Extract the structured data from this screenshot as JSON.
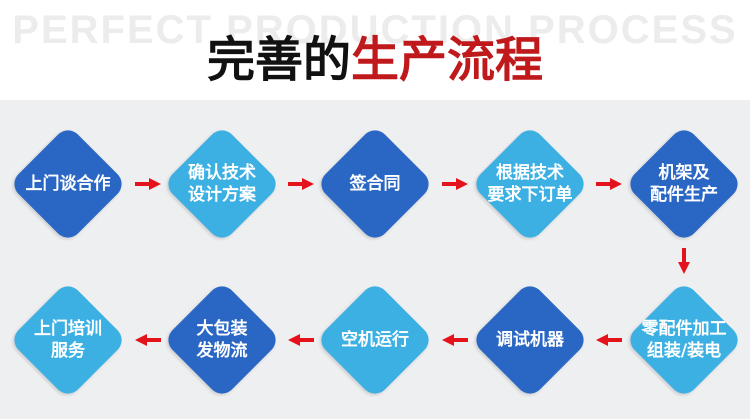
{
  "header": {
    "watermark": "PERFECT PRODUCTION PROCESS",
    "title_black": "完善的",
    "title_red": "生产流程"
  },
  "colors": {
    "dark_blue": "#2a67c4",
    "light_blue": "#3cb0e3",
    "arrow_red": "#e4131b",
    "title_red": "#c0191c",
    "panel_bg": "#eeeff1"
  },
  "steps": [
    {
      "label": "上门谈合作",
      "color": "dark"
    },
    {
      "label": "确认技术\n设计方案",
      "color": "light"
    },
    {
      "label": "签合同",
      "color": "dark"
    },
    {
      "label": "根据技术\n要求下订单",
      "color": "light"
    },
    {
      "label": "机架及\n配件生产",
      "color": "dark"
    },
    {
      "label": "零配件加工\n组装/装电",
      "color": "light"
    },
    {
      "label": "调试机器",
      "color": "dark"
    },
    {
      "label": "空机运行",
      "color": "light"
    },
    {
      "label": "大包装\n发物流",
      "color": "dark"
    },
    {
      "label": "上门培训\n服务",
      "color": "light"
    }
  ]
}
